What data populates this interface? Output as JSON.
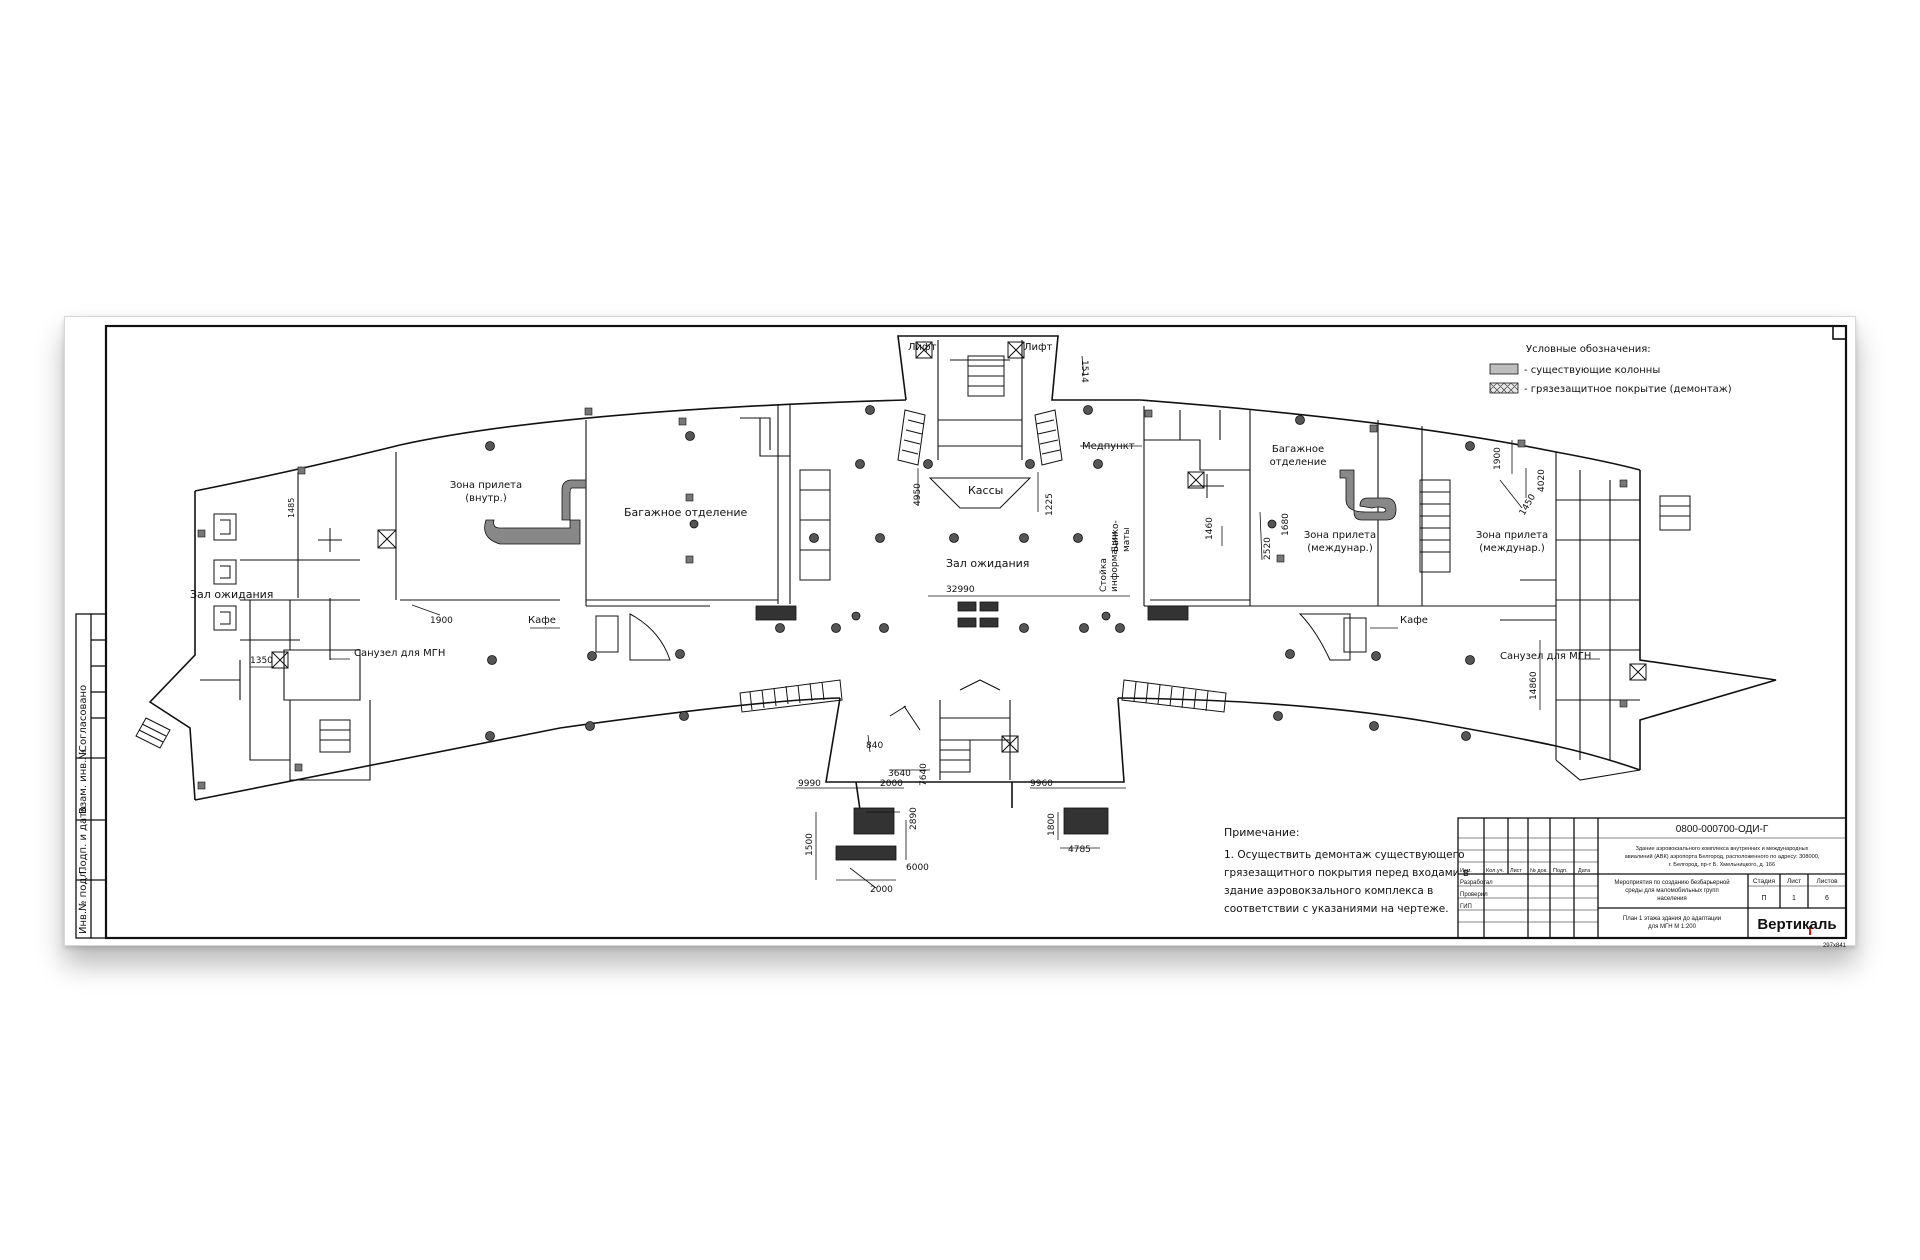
{
  "legend": {
    "title": "Условные обозначения:",
    "items": [
      {
        "label": "- существующие колонны"
      },
      {
        "label": "- грязезащитное покрытие (демонтаж)"
      }
    ]
  },
  "rooms": {
    "lift_left": "Лифт",
    "lift_right": "Лифт",
    "arrival_domestic": "Зона прилета\n(внутр.)",
    "baggage_left": "Багажное отделение",
    "waiting_left": "Зал ожидания",
    "kassy": "Кассы",
    "waiting_center": "Зал ожидания",
    "medpunkt": "Медпункт",
    "bankomaty": "Банко-\nматы",
    "info": "Стойка\nинформации",
    "baggage_right": "Багажное\nотделение",
    "arrival_intl_center": "Зона прилета\n(междунар.)",
    "arrival_intl_right": "Зона прилета\n(междунар.)",
    "cafe_left": "Кафе",
    "cafe_right": "Кафе",
    "wc_left": "Санузел для МГН",
    "wc_right": "Санузел для МГН"
  },
  "dimensions": [
    "1485",
    "1900",
    "1350",
    "4950",
    "1225",
    "32990",
    "1514",
    "1460",
    "1680",
    "2520",
    "1900",
    "4020",
    "1450",
    "14860",
    "840",
    "2000",
    "3640",
    "7640",
    "2890",
    "9990",
    "9960",
    "1500",
    "6000",
    "2000",
    "1800",
    "4785"
  ],
  "note": {
    "title": "Примечание:",
    "lines": [
      "1. Осуществить демонтаж существующего",
      "грязезащитного покрытия перед входами в",
      "здание аэровокзального комплекса в",
      "соответствии с указаниями на чертеже."
    ]
  },
  "side_stamp": [
    "Согласовано",
    "Взам. инв.№",
    "Подп. и дата",
    "Инв.№ подл."
  ],
  "title_block": {
    "code": "0800-000700-ОДИ-Г",
    "object": [
      "Здание аэровокзального комплекса внутренних и международных",
      "авиалиний (АВК) аэропорта Белгород, расположенного по адресу: 308000,",
      "г. Белгород, пр-т Б. Хмельницкого, д. 166"
    ],
    "col_headers": [
      "Изм.",
      "Кол.уч.",
      "Лист",
      "№ док.",
      "Подп.",
      "Дата"
    ],
    "roles": [
      "Разработал",
      "Проверил",
      "ГИП"
    ],
    "project": [
      "Мероприятия по созданию безбарьерной",
      "среды для маломобильных групп",
      "населения"
    ],
    "sheet_title": [
      "План 1 этажа здания до адаптации",
      "для МГН М 1:200"
    ],
    "stage_header": "Стадия",
    "sheet_header": "Лист",
    "sheets_header": "Листов",
    "stage": "П",
    "sheet_no": "1",
    "sheets": "6",
    "company": "Вертикаль",
    "format": "297х841"
  }
}
